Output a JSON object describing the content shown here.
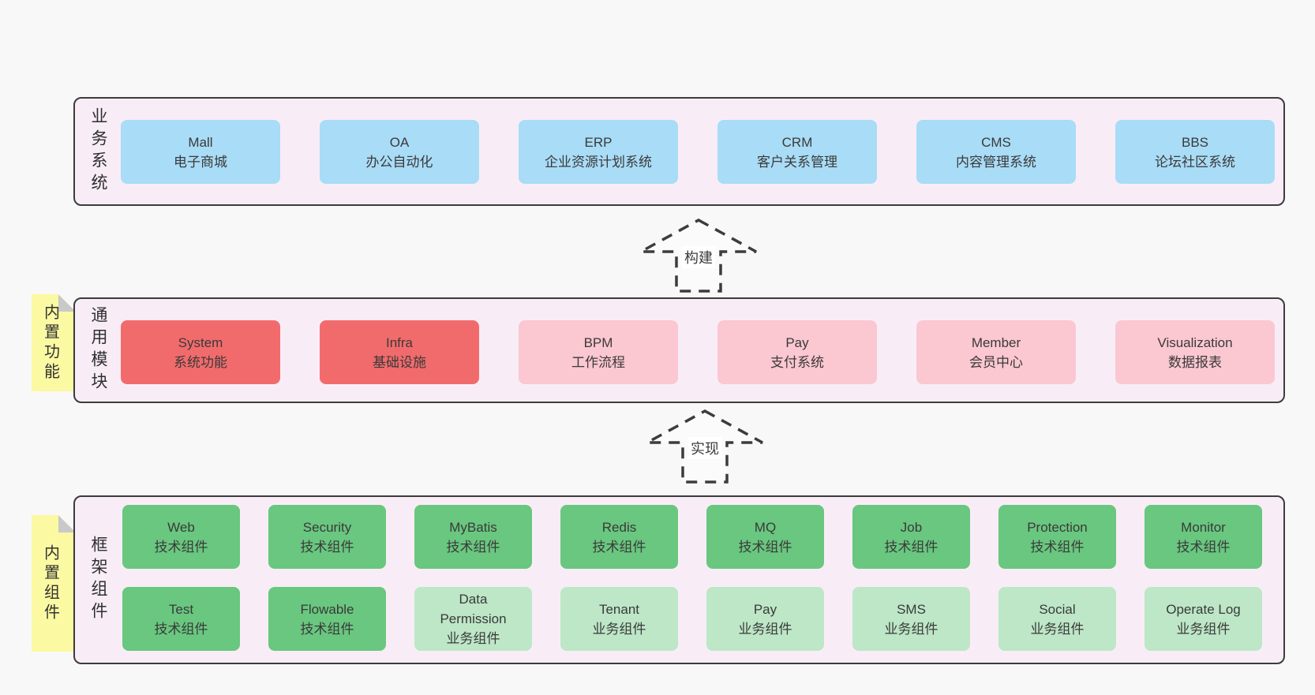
{
  "colors": {
    "page_bg": "#f8f8f8",
    "layer_bg": "#f8edf7",
    "layer_border": "#3c3c3c",
    "blue_box": "#a9dcf6",
    "red_box": "#f26b6c",
    "pink_box": "#fbc7d1",
    "green_box": "#69c77f",
    "green_light_box": "#bde7c7",
    "note_bg": "#fbf9a2",
    "note_fold": "#c9c9c9",
    "text": "#3c3c3c"
  },
  "arrows": [
    {
      "label": "构建"
    },
    {
      "label": "实现"
    }
  ],
  "layers": [
    {
      "label": "业务系统",
      "boxes": [
        {
          "name": "Mall",
          "desc": "电子商城"
        },
        {
          "name": "OA",
          "desc": "办公自动化"
        },
        {
          "name": "ERP",
          "desc": "企业资源计划系统"
        },
        {
          "name": "CRM",
          "desc": "客户关系管理"
        },
        {
          "name": "CMS",
          "desc": "内容管理系统"
        },
        {
          "name": "BBS",
          "desc": "论坛社区系统"
        }
      ]
    },
    {
      "label": "通用模块",
      "note": "内置功能",
      "boxes": [
        {
          "name": "System",
          "desc": "系统功能"
        },
        {
          "name": "Infra",
          "desc": "基础设施"
        },
        {
          "name": "BPM",
          "desc": "工作流程"
        },
        {
          "name": "Pay",
          "desc": "支付系统"
        },
        {
          "name": "Member",
          "desc": "会员中心"
        },
        {
          "name": "Visualization",
          "desc": "数据报表"
        }
      ]
    },
    {
      "label": "框架组件",
      "note": "内置组件",
      "rows": [
        {
          "boxes": [
            {
              "name": "Web",
              "desc": "技术组件"
            },
            {
              "name": "Security",
              "desc": "技术组件"
            },
            {
              "name": "MyBatis",
              "desc": "技术组件"
            },
            {
              "name": "Redis",
              "desc": "技术组件"
            },
            {
              "name": "MQ",
              "desc": "技术组件"
            },
            {
              "name": "Job",
              "desc": "技术组件"
            },
            {
              "name": "Protection",
              "desc": "技术组件"
            },
            {
              "name": "Monitor",
              "desc": "技术组件"
            }
          ]
        },
        {
          "boxes": [
            {
              "name": "Test",
              "desc": "技术组件"
            },
            {
              "name": "Flowable",
              "desc": "技术组件"
            },
            {
              "name": "Data Permission",
              "desc": "业务组件"
            },
            {
              "name": "Tenant",
              "desc": "业务组件"
            },
            {
              "name": "Pay",
              "desc": "业务组件"
            },
            {
              "name": "SMS",
              "desc": "业务组件"
            },
            {
              "name": "Social",
              "desc": "业务组件"
            },
            {
              "name": "Operate Log",
              "desc": "业务组件"
            }
          ]
        }
      ]
    }
  ]
}
